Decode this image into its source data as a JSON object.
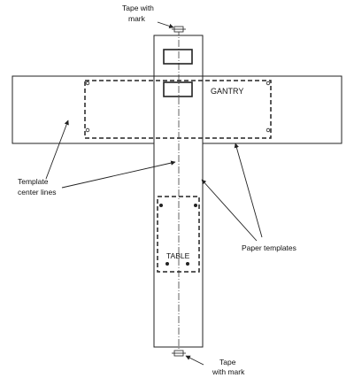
{
  "labels": {
    "tape_top_line1": "Tape with",
    "tape_top_line2": "mark",
    "gantry": "GANTRY",
    "template_center_line1": "Template",
    "template_center_line2": "center lines",
    "table": "TABLE",
    "paper_templates": "Paper templates",
    "tape_bottom_line1": "Tape",
    "tape_bottom_line2": "with mark"
  },
  "colors": {
    "line": "#222222",
    "background": "#ffffff"
  }
}
